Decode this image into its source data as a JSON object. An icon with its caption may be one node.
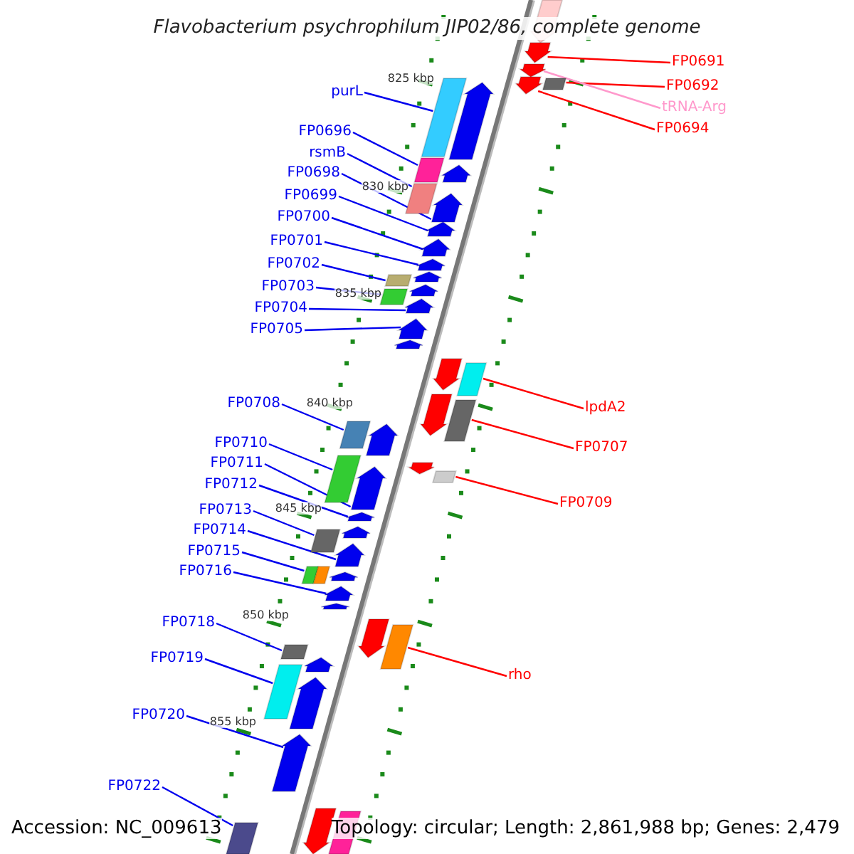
{
  "diagram": {
    "title": "Flavobacterium psychrophilum JIP02/86, complete genome",
    "nodes": [
      {
        "text": [
          "FP0691"
        ]
      },
      {
        "text": [
          "FP0692"
        ]
      },
      {
        "text": [
          "purL"
        ]
      },
      {
        "text": [
          "tRNA-Arg"
        ]
      },
      {
        "text": [
          "FP0694"
        ]
      },
      {
        "text": [
          "FP0696"
        ]
      },
      {
        "text": [
          "rsmB"
        ]
      },
      {
        "text": [
          "FP0698"
        ]
      },
      {
        "text": [
          "FP0699"
        ]
      },
      {
        "text": [
          "FP0700"
        ]
      },
      {
        "text": [
          "FP0701"
        ]
      },
      {
        "text": [
          "FP0702"
        ]
      },
      {
        "text": [
          "FP0703"
        ]
      },
      {
        "text": [
          "FP0704"
        ]
      },
      {
        "text": [
          "FP0705"
        ]
      },
      {
        "text": [
          "FP0708"
        ]
      },
      {
        "text": [
          "lpdA2"
        ]
      },
      {
        "text": [
          "FP0710"
        ]
      },
      {
        "text": [
          "FP0707"
        ]
      },
      {
        "text": [
          "FP0711"
        ]
      },
      {
        "text": [
          "FP0712"
        ]
      },
      {
        "text": [
          "FP0709"
        ]
      },
      {
        "text": [
          "FP0713"
        ]
      },
      {
        "text": [
          "FP0714"
        ]
      },
      {
        "text": [
          "FP0715"
        ]
      },
      {
        "text": [
          "FP0716"
        ]
      },
      {
        "text": [
          "FP0718"
        ]
      },
      {
        "text": [
          "FP0719"
        ]
      },
      {
        "text": [
          "rho"
        ]
      },
      {
        "text": [
          "FP0720"
        ]
      },
      {
        "text": [
          "FP0722"
        ]
      },
      {
        "text": [],
        "shape": "arrow"
      },
      {
        "text": [],
        "shape": "arrow"
      },
      {
        "text": [],
        "shape": "arrow"
      },
      {
        "text": [],
        "shape": "arrow"
      },
      {
        "text": [],
        "shape": "arrow"
      },
      {
        "text": [],
        "shape": "arrow"
      },
      {
        "text": [],
        "shape": "arrow"
      },
      {
        "text": [],
        "shape": "arrow"
      },
      {
        "text": [],
        "shape": "arrow"
      },
      {
        "text": [],
        "shape": "arrow"
      },
      {
        "text": [],
        "shape": "arrow"
      },
      {
        "text": [],
        "shape": "arrow"
      },
      {
        "text": [],
        "shape": "arrow"
      },
      {
        "text": [],
        "shape": "arrow"
      },
      {
        "text": [],
        "shape": "arrow"
      },
      {
        "text": [],
        "shape": "arrow"
      },
      {
        "text": [],
        "shape": "arrow"
      },
      {
        "text": [],
        "shape": "arrow"
      },
      {
        "text": [],
        "shape": "arrow"
      },
      {
        "text": [],
        "shape": "arrow"
      },
      {
        "text": [],
        "shape": "arrow"
      },
      {
        "text": [],
        "shape": "arrow"
      },
      {
        "text": [],
        "shape": "box"
      },
      {
        "text": [],
        "shape": "box"
      },
      {
        "text": [],
        "shape": "box"
      },
      {
        "text": [],
        "shape": "box"
      },
      {
        "text": [],
        "shape": "box"
      },
      {
        "text": [],
        "shape": "box"
      },
      {
        "text": [],
        "shape": "box"
      },
      {
        "text": [],
        "shape": "box"
      },
      {
        "text": [],
        "shape": "box"
      },
      {
        "text": [],
        "shape": "box"
      },
      {
        "text": [],
        "shape": "box"
      },
      {
        "text": [],
        "shape": "box"
      },
      {
        "text": [],
        "shape": "box"
      },
      {
        "text": [],
        "shape": "arrow"
      },
      {
        "text": [],
        "shape": "arrow"
      },
      {
        "text": [],
        "shape": "arrow"
      },
      {
        "text": [],
        "shape": "arrow"
      },
      {
        "text": [],
        "shape": "arrow"
      },
      {
        "text": [],
        "shape": "arrow"
      },
      {
        "text": [],
        "shape": "arrow"
      },
      {
        "text": [],
        "shape": "arrow"
      },
      {
        "text": [],
        "shape": "arrow"
      },
      {
        "text": [],
        "shape": "box"
      },
      {
        "text": [],
        "shape": "box"
      },
      {
        "text": [],
        "shape": "box"
      },
      {
        "text": [],
        "shape": "box"
      },
      {
        "text": [],
        "shape": "box"
      },
      {
        "text": [],
        "shape": "box"
      }
    ],
    "edges": [
      {
        "from": 0,
        "to": 67,
        "arrow": "none",
        "color": "#ff0000"
      },
      {
        "from": 1,
        "to": 75,
        "arrow": "none",
        "color": "#ff0000"
      },
      {
        "from": 2,
        "to": 53,
        "arrow": "none"
      },
      {
        "from": 3,
        "to": 68,
        "arrow": "none",
        "color": "#ff99cc"
      },
      {
        "from": 4,
        "to": 69,
        "arrow": "none",
        "color": "#ff0000"
      },
      {
        "from": 5,
        "to": 54,
        "arrow": "none"
      },
      {
        "from": 6,
        "to": 55,
        "arrow": "none"
      },
      {
        "from": 7,
        "to": 33,
        "arrow": "none"
      },
      {
        "from": 8,
        "to": 34,
        "arrow": "none"
      },
      {
        "from": 9,
        "to": 35,
        "arrow": "none"
      },
      {
        "from": 10,
        "to": 36,
        "arrow": "none"
      },
      {
        "from": 11,
        "to": 56,
        "arrow": "none"
      },
      {
        "from": 12,
        "to": 57,
        "arrow": "none"
      },
      {
        "from": 13,
        "to": 39,
        "arrow": "none"
      },
      {
        "from": 14,
        "to": 40,
        "arrow": "none"
      },
      {
        "from": 15,
        "to": 58,
        "arrow": "none"
      },
      {
        "from": 16,
        "to": 76,
        "arrow": "none",
        "color": "#ff0000"
      },
      {
        "from": 17,
        "to": 59,
        "arrow": "none"
      },
      {
        "from": 18,
        "to": 77,
        "arrow": "none",
        "color": "#ff0000"
      },
      {
        "from": 19,
        "to": 43,
        "arrow": "none"
      },
      {
        "from": 20,
        "to": 44,
        "arrow": "none"
      },
      {
        "from": 21,
        "to": 78,
        "arrow": "none",
        "color": "#ff0000"
      },
      {
        "from": 22,
        "to": 60,
        "arrow": "none"
      },
      {
        "from": 23,
        "to": 46,
        "arrow": "none"
      },
      {
        "from": 24,
        "to": 61,
        "arrow": "none"
      },
      {
        "from": 25,
        "to": 48,
        "arrow": "none"
      },
      {
        "from": 26,
        "to": 63,
        "arrow": "none"
      },
      {
        "from": 27,
        "to": 64,
        "arrow": "none"
      },
      {
        "from": 28,
        "to": 79,
        "arrow": "none",
        "color": "#ff0000"
      },
      {
        "from": 29,
        "to": 52,
        "arrow": "none"
      },
      {
        "from": 30,
        "to": 65,
        "arrow": "none"
      }
    ],
    "labels": [
      "825 kbp",
      "830 kbp",
      "835 kbp",
      "840 kbp",
      "845 kbp",
      "850 kbp",
      "855 kbp",
      "Accession: NC_009613",
      "Topology: circular; Length: 2,861,988 bp; Genes: 2,479"
    ]
  }
}
